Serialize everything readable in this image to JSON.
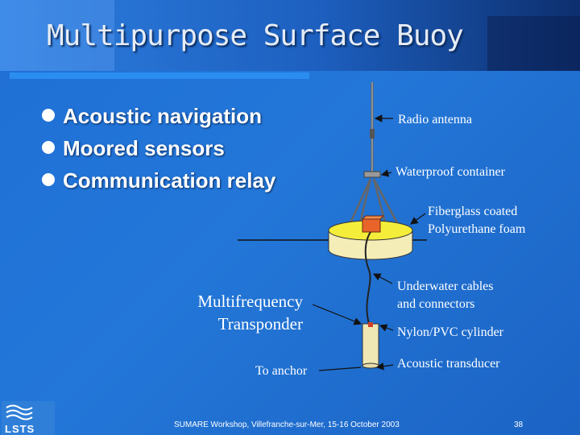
{
  "slide": {
    "title": "Multipurpose Surface Buoy",
    "bullets": [
      "Acoustic navigation",
      "Moored sensors",
      "Communication relay"
    ]
  },
  "diagram": {
    "labels": {
      "radio_antenna": "Radio antenna",
      "waterproof_container": "Waterproof container",
      "foam_line1": "Fiberglass coated",
      "foam_line2": "Polyurethane foam",
      "cables_line1": "Underwater cables",
      "cables_line2": "and connectors",
      "cylinder": "Nylon/PVC cylinder",
      "transducer": "Acoustic transducer",
      "transponder_line1": "Multifrequency",
      "transponder_line2": "Transponder",
      "anchor": "To anchor"
    },
    "colors": {
      "float_top": "#f4ee3a",
      "float_side": "#f5edb8",
      "container": "#e8642a",
      "cylinder": "#f0e8b4"
    }
  },
  "footer": {
    "text": "SUMARE Workshop, Villefranche-sur-Mer, 15-16 October 2003",
    "page": "38",
    "logo_text": "LSTS"
  }
}
